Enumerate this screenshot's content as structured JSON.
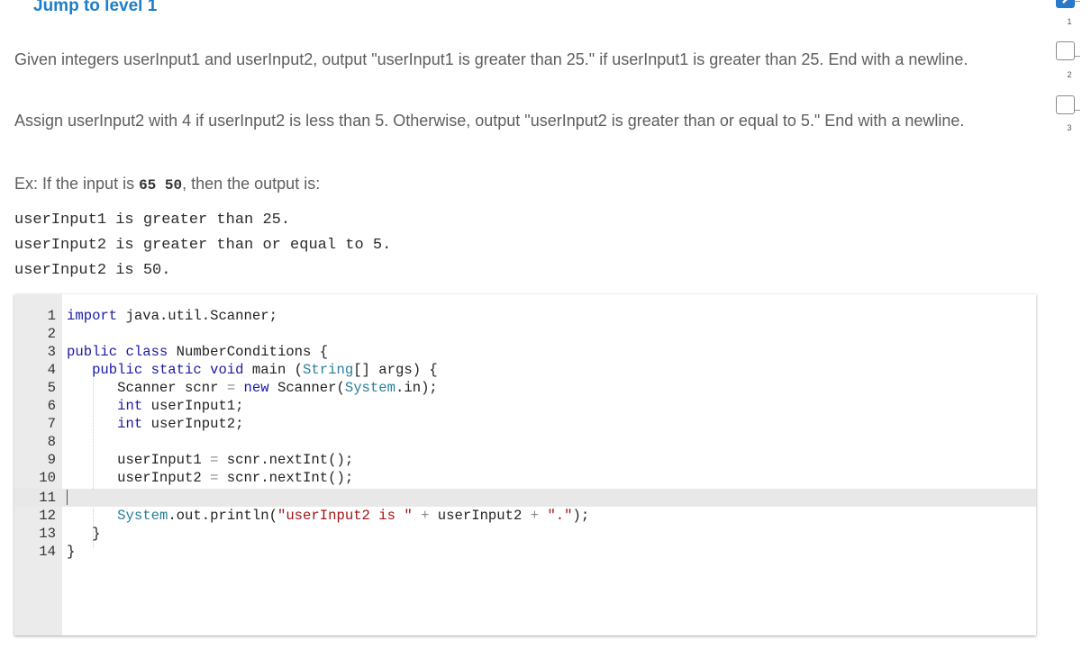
{
  "header": {
    "jump_label": "Jump to level 1"
  },
  "instructions": {
    "p1": "Given integers userInput1 and userInput2, output \"userInput1 is greater than 25.\" if userInput1 is greater than 25. End with a newline.",
    "p2": "Assign userInput2 with 4 if userInput2 is less than 5. Otherwise, output \"userInput2 is greater than or equal to 5.\" End with a newline.",
    "example_prefix": "Ex: If the input is ",
    "example_input": "65 50",
    "example_suffix": ", then the output is:"
  },
  "example_output": [
    "userInput1 is greater than 25.",
    "userInput2 is greater than or equal to 5.",
    "userInput2 is 50."
  ],
  "editor": {
    "line_numbers": [
      "1",
      "2",
      "3",
      "4",
      "5",
      "6",
      "7",
      "8",
      "9",
      "10",
      "11",
      "12",
      "13",
      "14"
    ],
    "active_line": 11
  },
  "progress": {
    "steps": [
      {
        "label": "1",
        "state": "done"
      },
      {
        "label": "2",
        "state": "empty"
      },
      {
        "label": "3",
        "state": "empty"
      }
    ]
  }
}
